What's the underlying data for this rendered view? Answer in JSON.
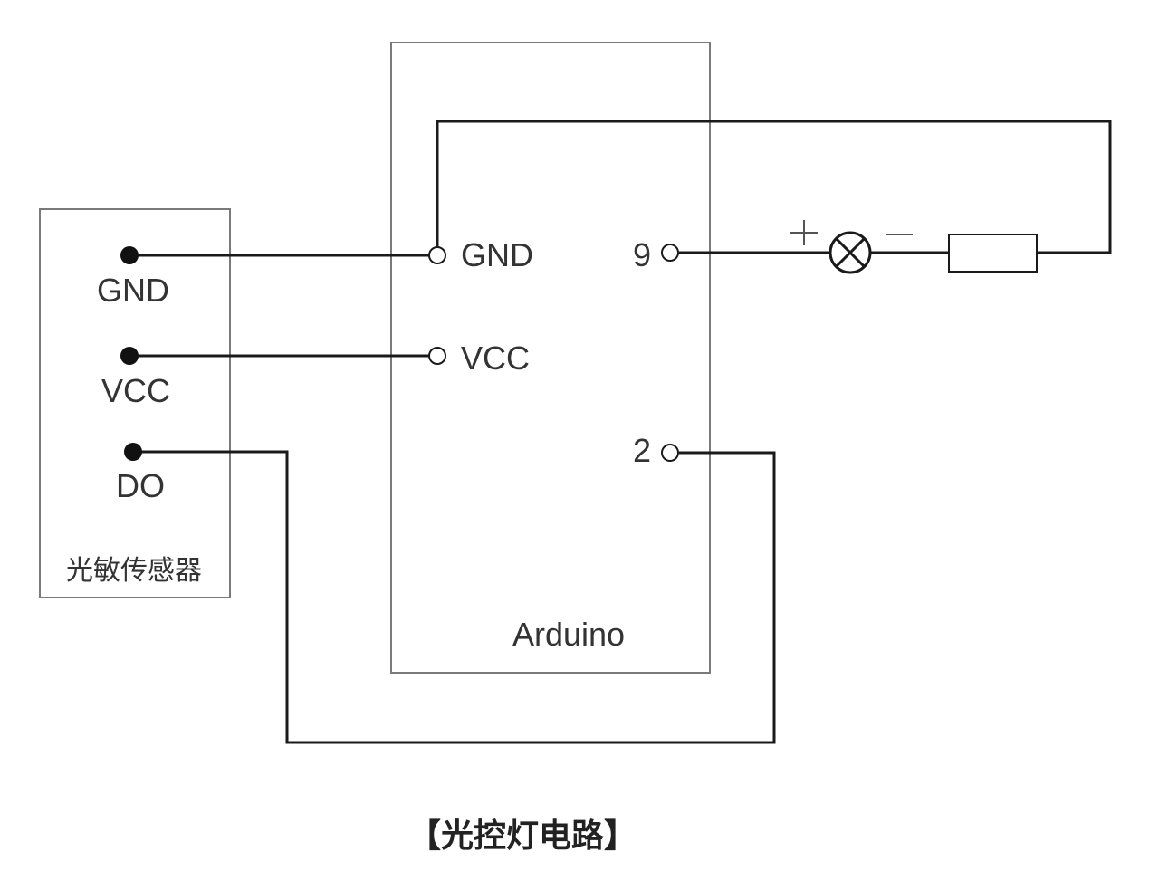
{
  "sensor": {
    "name": "光敏传感器",
    "pins": [
      "GND",
      "VCC",
      "DO"
    ]
  },
  "arduino": {
    "name": "Arduino",
    "left_pins": [
      "GND",
      "VCC"
    ],
    "right_pins": [
      "9",
      "2"
    ]
  },
  "lamp": {
    "plus": "+",
    "minus": "−"
  },
  "caption": "【光控灯电路】",
  "colors": {
    "wire": "#1a1a1a",
    "box": "#7a7a7a",
    "text": "#333333"
  }
}
